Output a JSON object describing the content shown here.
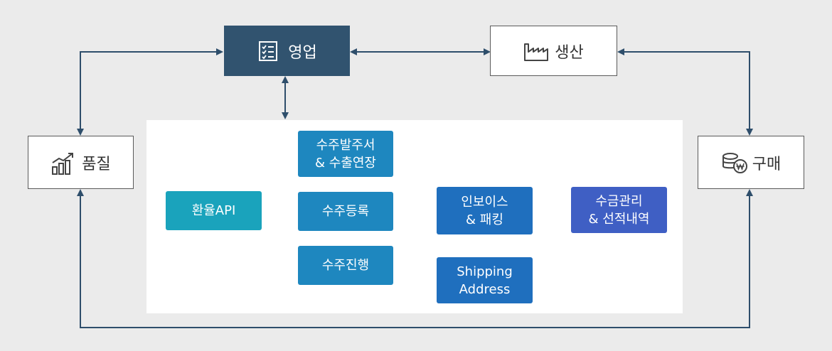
{
  "modules": {
    "sales": "영업",
    "production": "생산",
    "quality": "품질",
    "purchase": "구매"
  },
  "process": {
    "order_po_extension": "수주발주서\n& 수출연장",
    "exchange_api": "환율API",
    "order_registration": "수주등록",
    "order_progress": "수주진행",
    "invoice_packing": "인보이스\n& 패킹",
    "shipping_address": "Shipping\nAddress",
    "collection_shipping": "수금관리\n& 선적내역"
  },
  "icons": {
    "sales": "checklist-icon",
    "production": "factory-icon",
    "quality": "growth-chart-icon",
    "purchase": "coins-won-icon"
  },
  "colors": {
    "background": "#ebebeb",
    "panel": "#ffffff",
    "sales_module": "#31536f",
    "connector": "#2e4e6b",
    "teal": "#1aa3bc",
    "blue": "#1e87bf",
    "mid_blue": "#1f6fbe",
    "indigo": "#3f5fc4"
  }
}
